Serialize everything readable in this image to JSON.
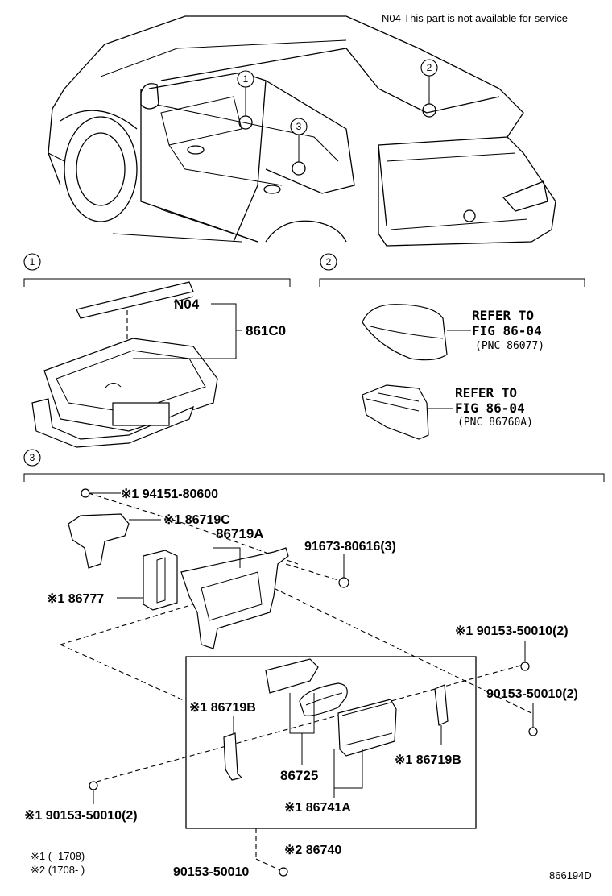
{
  "header_note": "N04  This part is not available for service",
  "callouts": [
    "1",
    "2",
    "3"
  ],
  "section1": {
    "part_n04": "N04",
    "part_861c0": "861C0"
  },
  "section2": {
    "refer1": [
      "REFER TO",
      "FIG 86-04",
      "(PNC 86077)"
    ],
    "refer2": [
      "REFER TO",
      "FIG 86-04",
      "(PNC 86760A)"
    ]
  },
  "section3": {
    "p94151": "※1 94151-80600",
    "p86719c": "※1 86719C",
    "p86719a": "86719A",
    "p91673": "91673-80616(3)",
    "p86777": "※1 86777",
    "p90153_a": "※1 90153-50010(2)",
    "p90153_b": "90153-50010(2)",
    "p86719b_l": "※1 86719B",
    "p86719b_r": "※1 86719B",
    "p86725": "86725",
    "p86741a": "※1 86741A",
    "p90153_c": "※1 90153-50010(2)",
    "p86740": "※2 86740",
    "p90153_d": "90153-50010"
  },
  "footnotes": [
    "※1 (      -1708)",
    "※2 (1708-       )"
  ],
  "figure_id": "866194D"
}
